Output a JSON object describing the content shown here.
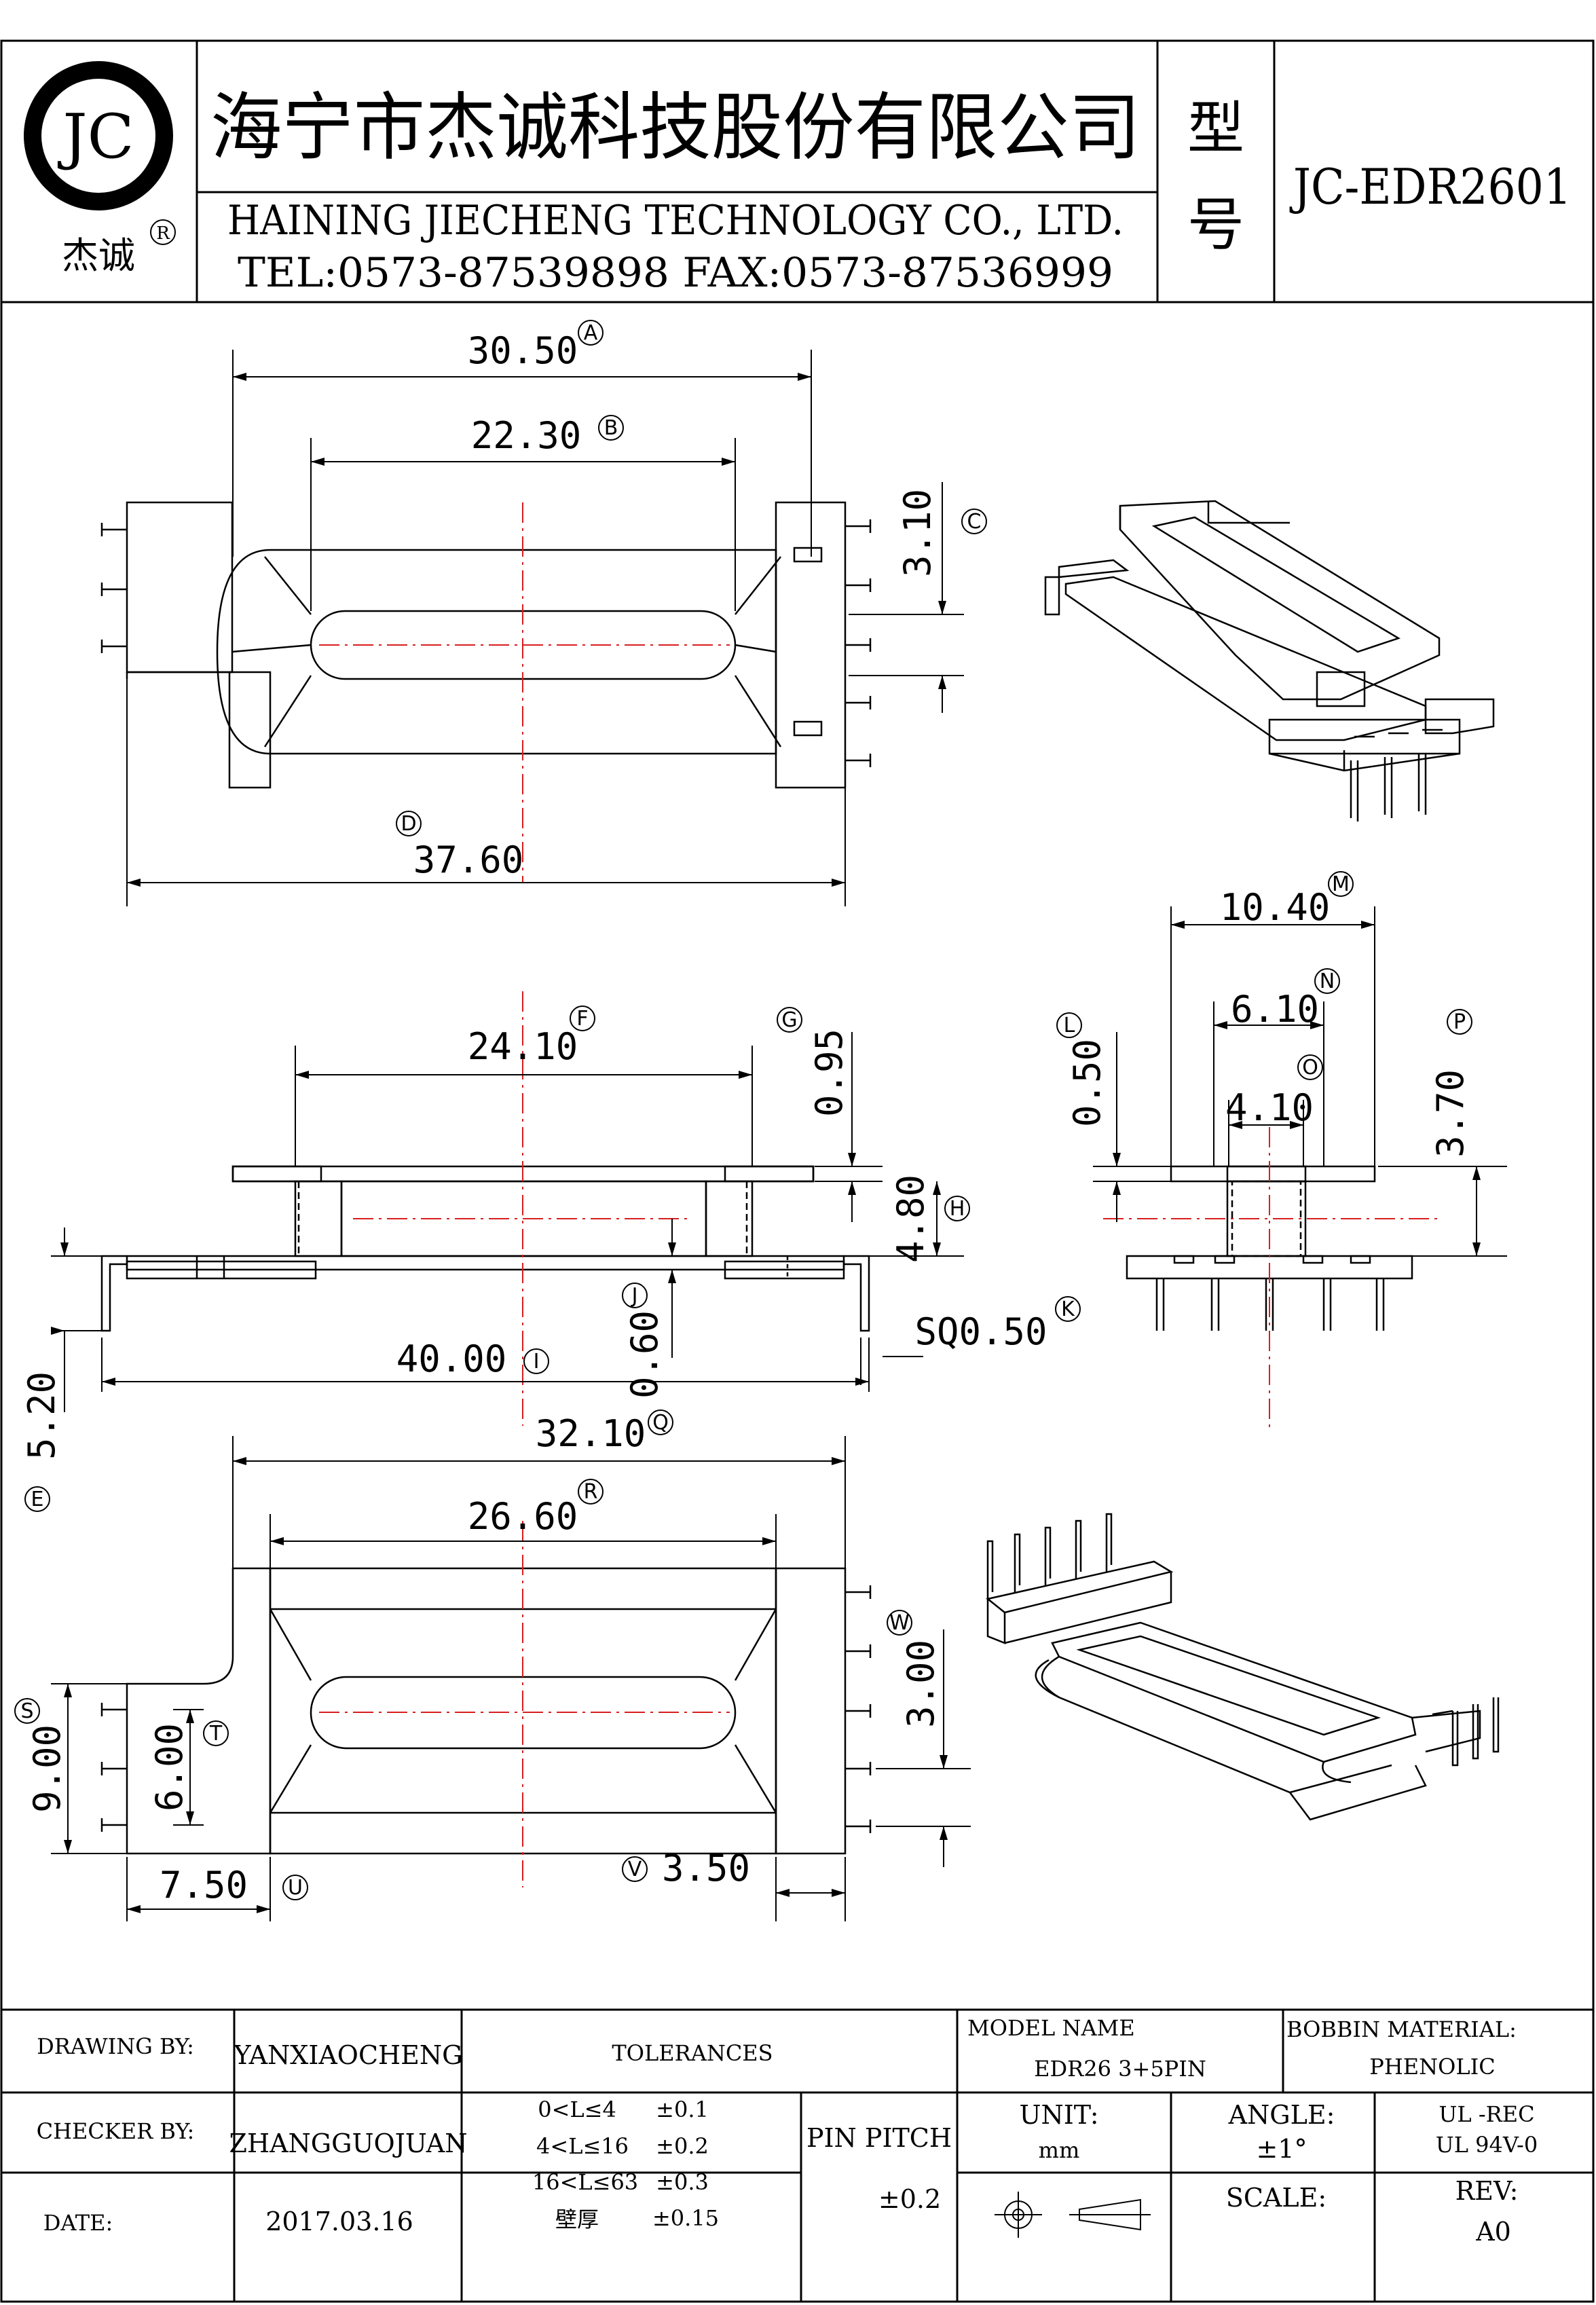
{
  "header": {
    "logo_text": "JC",
    "logo_sub": "杰诚",
    "logo_reg": "R",
    "company_cn": "海宁市杰诚科技股份有限公司",
    "company_en": "HAINING JIECHENG TECHNOLOGY CO., LTD.",
    "contact": "TEL:0573-87539898  FAX:0573-87536999",
    "type_label_1": "型",
    "type_label_2": "号",
    "model_code": "JC-EDR2601"
  },
  "dimensions": {
    "A": "30.50",
    "B": "22.30",
    "C": "3.10",
    "D": "37.60",
    "E": "5.20",
    "F": "24.10",
    "G": "0.95",
    "H": "4.80",
    "I": "40.00",
    "J": "0.60",
    "K": "SQ0.50",
    "L": "0.50",
    "M": "10.40",
    "N": "6.10",
    "O": "4.10",
    "P": "3.70",
    "Q": "32.10",
    "R": "26.60",
    "S": "9.00",
    "T": "6.00",
    "U": "7.50",
    "V": "3.50",
    "W": "3.00"
  },
  "title_block": {
    "drawing_by_label": "DRAWING  BY:",
    "drawing_by": "YANXIAOCHENG",
    "checker_by_label": "CHECKER  BY:",
    "checker_by": "ZHANGGUOJUAN",
    "date_label": "DATE:",
    "date": "2017.03.16",
    "tolerances_label": "TOLERANCES",
    "tol_rows": [
      {
        "range": "0<L≤4",
        "tol": "±0.1"
      },
      {
        "range": "4<L≤16",
        "tol": "±0.2"
      },
      {
        "range": "16<L≤63",
        "tol": "±0.3"
      },
      {
        "range": "壁厚",
        "tol": "±0.15"
      }
    ],
    "pin_pitch_label": "PIN PITCH",
    "pin_pitch": "±0.2",
    "model_name_label": "MODEL NAME",
    "model_name": "EDR26 3+5PIN",
    "bobbin_material_label": "BOBBIN MATERIAL:",
    "bobbin_material": "PHENOLIC",
    "unit_label": "UNIT:",
    "unit": "mm",
    "angle_label": "ANGLE:",
    "angle": "±1°",
    "ul_1": "UL -REC",
    "ul_2": "UL  94V-0",
    "scale_label": "SCALE:",
    "rev_label": "REV:",
    "rev": "A0"
  },
  "colors": {
    "centerline": "#d81e1e",
    "line": "#000000"
  }
}
